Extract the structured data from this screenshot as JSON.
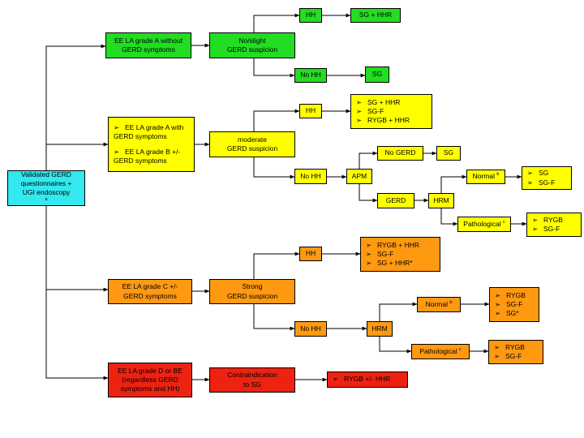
{
  "colors": {
    "green": "#22dd22",
    "yellow": "#ffff00",
    "orange": "#ff9911",
    "red": "#ee2211",
    "cyan": "#33e8ee",
    "edge": "#000000"
  },
  "bullet_glyph": "➢",
  "nodes": {
    "start": {
      "lines": [
        "Validated GERD",
        "questionnaires +",
        "UGI endoscopy"
      ],
      "sup": "a"
    },
    "ee_a_no_symptoms": {
      "lines": [
        "EE LA grade A without",
        "GERD symptoms"
      ]
    },
    "no_slight_suspicion": {
      "lines": [
        "No/slight",
        "GERD suspicion"
      ]
    },
    "green_hh": {
      "label": "HH"
    },
    "green_sg_hhr": {
      "label": "SG + HHR"
    },
    "green_no_hh": {
      "label": "No HH"
    },
    "green_sg": {
      "label": "SG"
    },
    "ee_a_b_symptoms": {
      "items": [
        "EE LA grade A with GERD symptoms",
        "EE LA grade B +/- GERD symptoms"
      ]
    },
    "moderate_suspicion": {
      "lines": [
        "moderate",
        "GERD suspicion"
      ]
    },
    "yellow_hh": {
      "label": "HH"
    },
    "yellow_hh_options": {
      "items": [
        "SG + HHR",
        "SG-F",
        "RYGB + HHR"
      ]
    },
    "yellow_no_hh": {
      "label": "No HH"
    },
    "apm": {
      "label": "APM"
    },
    "apm_no_gerd": {
      "label": "No GERD"
    },
    "apm_no_gerd_sg": {
      "label": "SG"
    },
    "apm_gerd": {
      "label": "GERD"
    },
    "yellow_hrm": {
      "label": "HRM"
    },
    "yellow_normal": {
      "label": "Normal",
      "sup": "b"
    },
    "yellow_normal_options": {
      "items": [
        "SG",
        "SG-F"
      ]
    },
    "yellow_pathological": {
      "label": "Pathological",
      "sup": "c"
    },
    "yellow_pathological_options": {
      "items": [
        "RYGB",
        "SG-F"
      ]
    },
    "ee_c_symptoms": {
      "lines": [
        "EE LA grade C +/-",
        "GERD symptoms"
      ]
    },
    "strong_suspicion": {
      "lines": [
        "Strong",
        "GERD suspicion"
      ]
    },
    "orange_hh": {
      "label": "HH"
    },
    "orange_hh_options": {
      "items": [
        "RYGB + HHR",
        "SG-F",
        "SG + HHR*"
      ]
    },
    "orange_no_hh": {
      "label": "No HH"
    },
    "orange_hrm": {
      "label": "HRM"
    },
    "orange_normal": {
      "label": "Normal",
      "sup": "b"
    },
    "orange_normal_options": {
      "items": [
        "RYGB",
        "SG-F",
        "SG*"
      ]
    },
    "orange_pathological": {
      "label": "Pathological",
      "sup": "c"
    },
    "orange_pathological_options": {
      "items": [
        "RYGB",
        "SG-F"
      ]
    },
    "ee_d_be": {
      "lines": [
        "EE LA grade D or BE",
        "(regardless GERD",
        "symptoms and HH)"
      ]
    },
    "contraindication": {
      "lines": [
        "Contraindication",
        "to SG"
      ]
    },
    "red_option": {
      "items": [
        "RYGB +/- HHR"
      ]
    }
  }
}
